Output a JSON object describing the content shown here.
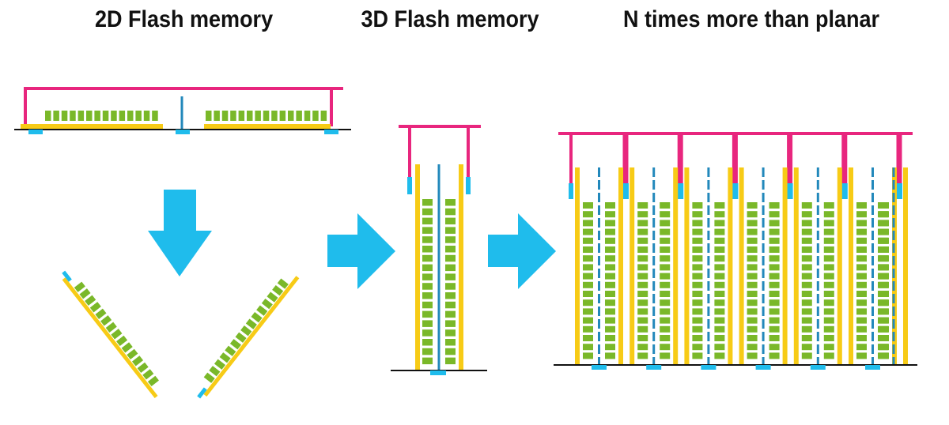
{
  "titles": {
    "planar": "2D Flash memory",
    "vertical": "3D Flash memory",
    "multiplied": "N times more than planar"
  },
  "colors": {
    "word_line": "#e8267e",
    "channel": "#f7cb16",
    "cell": "#7ab829",
    "bit_line": "#2288bb",
    "contact": "#1fbcec",
    "arrow": "#1fbcec",
    "substrate": "#111111"
  },
  "icons": [
    "arrow-down-icon",
    "arrow-right-icon",
    "arrow-right-icon"
  ]
}
